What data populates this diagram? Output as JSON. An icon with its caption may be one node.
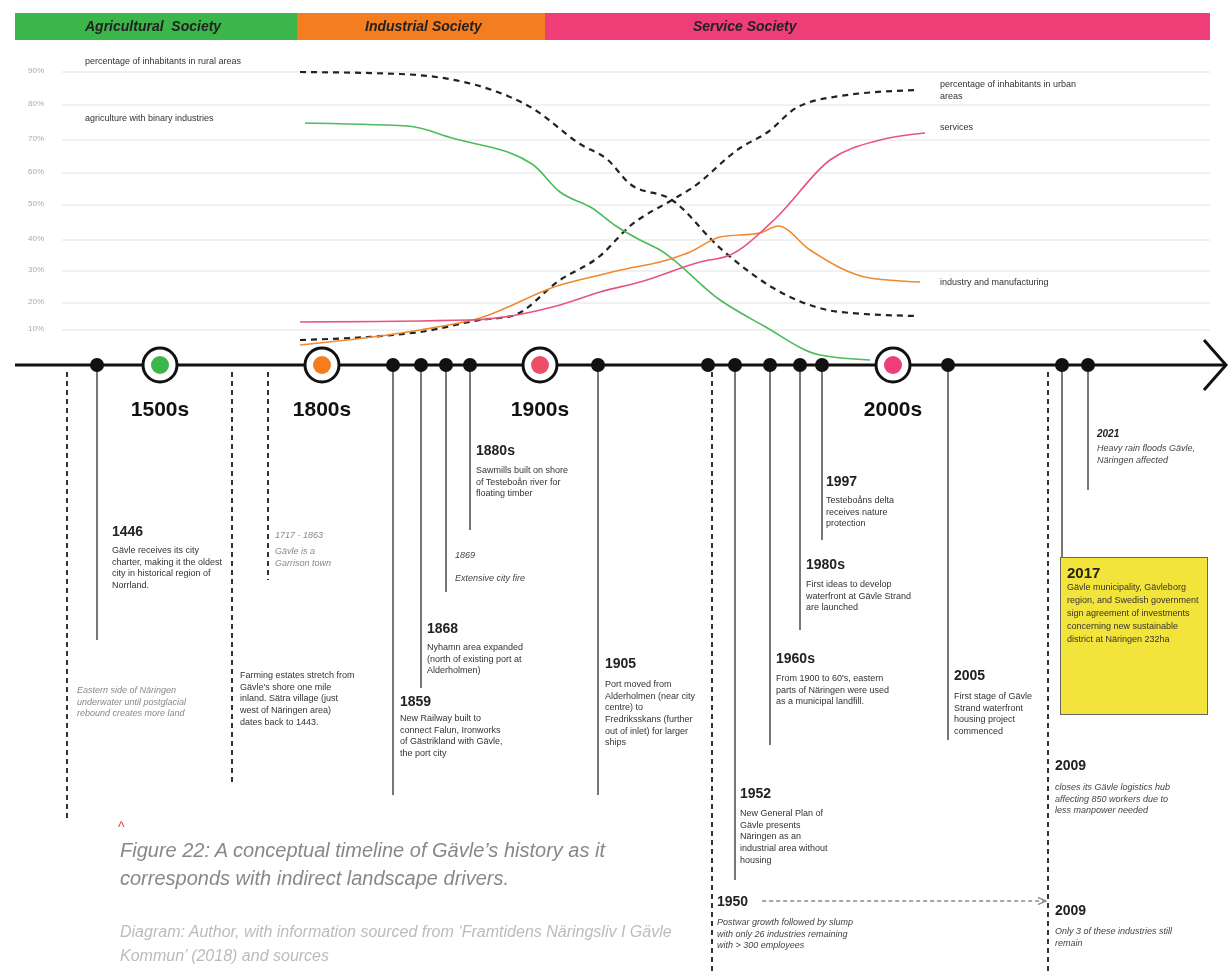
{
  "diagram": {
    "caption": "Figure 22: A conceptual timeline of Gävle’s history as it corresponds with indirect landscape drivers.",
    "nodes": [
      {
        "text": [
          "Agricultural  Society"
        ]
      },
      {
        "text": [
          "Industrial Society"
        ]
      },
      {
        "text": [
          "Service Society"
        ]
      },
      {
        "text": [
          "2017",
          "Gävle municipality, Gävleborg region, and Swedish government sign agreement of investments concerning new sustainable district at Näringen 232ha"
        ]
      },
      {
        "text": [
          "1950"
        ],
        "beside": [
          "Postwar growth followed by slump with only 26 industries remaining with > 300 employees"
        ]
      },
      {
        "text": [
          "2009"
        ],
        "beside": [
          "Only 3 of these industries still remain"
        ]
      }
    ],
    "edges": [
      {
        "from": 4,
        "to": 5,
        "arrow": "to",
        "style": "dashed",
        "color": "#888888"
      }
    ],
    "labels": [
      "90%",
      "80%",
      "70%",
      "60%",
      "50%",
      "40%",
      "30%",
      "20%",
      "10%",
      "percentage of inhabitants in rural areas",
      "agriculture with binary industries",
      "percentage of inhabitants in urban areas",
      "services",
      "industry and manufacturing",
      "1500s",
      "1800s",
      "1900s",
      "2000s",
      "2021",
      "Heavy rain floods Gävle, Näringen affected",
      "1880s",
      "Sawmills built on shore of Testeboån river for floating timber",
      "1997",
      "Testeboåns delta receives nature protection",
      "1717 - 1863",
      "Gävle is a Garrison town",
      "1446",
      "Gävle receives its city charter, making it the oldest city in historical region of Norrland.",
      "1869",
      "Extensive city fire",
      "1980s",
      "First ideas to develop waterfront at Gävle Strand are launched",
      "1868",
      "Nyhamn area expanded (north of existing port at Alderholmen)",
      "Eastern side of Näringen underwater until postglacial rebound creates more land",
      "Farming estates stretch from Gävle's shore one mile inland. Sätra village (just west of Näringen area) dates back to 1443.",
      "1859",
      "New Railway built to connect Falun, Ironworks of Gästrikland with Gävle, the port city",
      "1905",
      "Port moved from Alderholmen (near city centre) to Fredriksskans (further out of inlet) for larger ships",
      "1960s",
      "From 1900 to 60's, eastern parts of Näringen were used as a municipal landfill.",
      "2005",
      "First stage of Gävle Strand waterfront housing project commenced",
      "2009",
      "closes its Gävle logistics hub affecting 850 workers due to less manpower needed",
      "1952",
      "New General Plan of Gävle presents Näringen as an industrial area without housing",
      "^",
      "Diagram: Author, with information sourced from ‘Framtidens Näringsliv I Gävle Kommun’ (2018) and sources"
    ]
  }
}
